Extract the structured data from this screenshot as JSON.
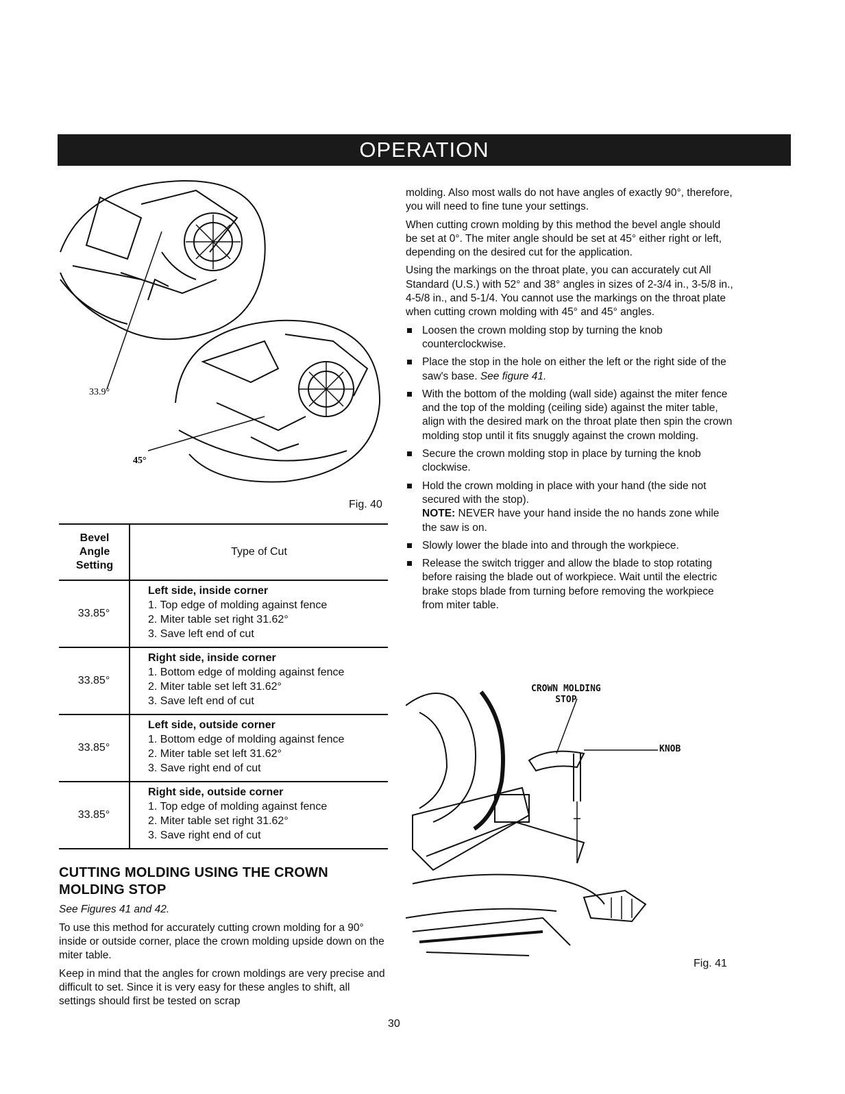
{
  "header": {
    "title": "OPERATION"
  },
  "figure40": {
    "angle_label_top": "33.9°",
    "angle_label_bottom": "45°",
    "caption": "Fig. 40"
  },
  "table": {
    "header_col1_lines": [
      "Bevel",
      "Angle",
      "Setting"
    ],
    "header_col2": "Type of Cut",
    "rows": [
      {
        "angle": "33.85°",
        "title": "Left side, inside corner",
        "steps": [
          "1. Top edge of molding against fence",
          "2. Miter table set right 31.62°",
          "3. Save left end of cut"
        ]
      },
      {
        "angle": "33.85°",
        "title": "Right side, inside corner",
        "steps": [
          "1. Bottom edge of molding against fence",
          "2. Miter table set left 31.62°",
          "3. Save left end of cut"
        ]
      },
      {
        "angle": "33.85°",
        "title": "Left side, outside corner",
        "steps": [
          "1. Bottom edge of molding against fence",
          "2. Miter table set left 31.62°",
          "3. Save right end of cut"
        ]
      },
      {
        "angle": "33.85°",
        "title": "Right side, outside corner",
        "steps": [
          "1. Top edge of molding against fence",
          "2. Miter table set right 31.62°",
          "3. Save right end of cut"
        ]
      }
    ]
  },
  "section": {
    "title": "CUTTING MOLDING USING THE CROWN MOLDING STOP",
    "see_figures": "See Figures 41 and 42.",
    "para1": "To use this method for accurately cutting crown molding for a 90° inside or outside corner, place the crown molding upside down on the miter table.",
    "para2": "Keep in mind that the angles for crown moldings are very precise and difficult to set. Since it is very easy for these angles to shift, all settings should first be tested on scrap"
  },
  "right_column": {
    "para1": "molding. Also most walls do not have angles of exactly 90°, therefore, you will need to fine tune your settings.",
    "para2": "When cutting crown molding by this method the bevel angle should be set at 0°. The miter angle should be set at 45° either right or left, depending on the desired cut for the application.",
    "para3": "Using the markings on the throat plate, you can accurately cut All Standard (U.S.) with 52° and 38° angles in sizes of 2-3/4 in., 3-5/8 in., 4-5/8 in., and 5-1/4. You cannot use the markings on the throat plate when cutting crown molding with 45° and 45° angles.",
    "bullet1": "Loosen the crown molding stop by turning the knob counterclockwise.",
    "bullet2_text": "Place the stop in the hole on either the left or the right side of the saw's base.",
    "bullet2_ref": "See figure 41.",
    "bullet3": "With the bottom of the molding (wall side) against the miter fence and the top of the molding (ceiling side) against the miter table, align with the desired mark on the throat plate then spin the crown molding stop until it fits snuggly against the crown molding.",
    "bullet4": "Secure the crown molding stop in place by turning the knob clockwise.",
    "bullet5": "Hold the crown molding in place with your hand (the side not secured with the stop).",
    "note_label": "NOTE:",
    "note_text": "NEVER have your hand inside the no hands zone while the saw is on.",
    "bullet6": "Slowly lower the blade into and through the workpiece.",
    "bullet7": "Release the switch trigger and allow the blade to stop rotating before raising the blade out of workpiece. Wait until the electric brake stops blade from turning before removing the workpiece from miter table."
  },
  "figure41": {
    "label_stop_line1": "CROWN MOLDING",
    "label_stop_line2": "STOP",
    "label_knob": "KNOB",
    "caption": "Fig. 41"
  },
  "footer": {
    "page_number": "30"
  }
}
